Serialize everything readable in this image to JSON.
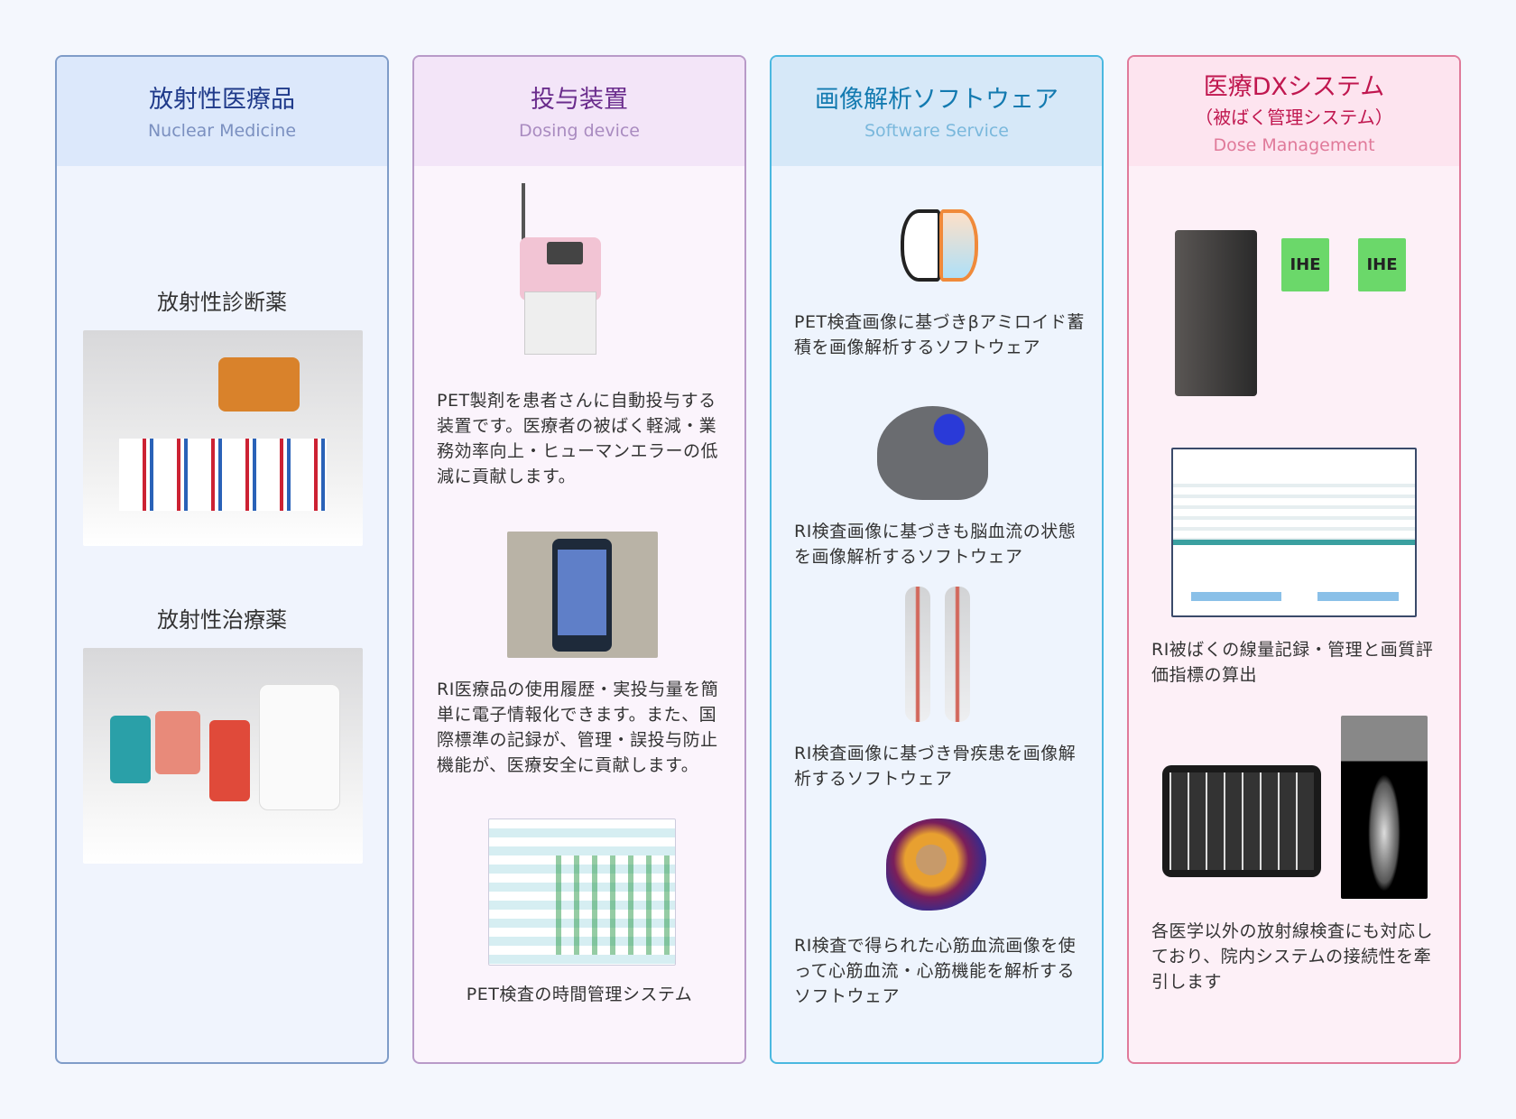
{
  "columns": [
    {
      "title": "放射性医療品",
      "subtitle": "Nuclear Medicine",
      "sections": [
        {
          "label": "放射性診断薬"
        },
        {
          "label": "放射性治療薬"
        }
      ]
    },
    {
      "title": "投与装置",
      "subtitle": "Dosing device",
      "items": [
        {
          "text": "PET製剤を患者さんに自動投与する装置です。医療者の被ばく軽減・業務効率向上・ヒューマンエラーの低減に貢献します。"
        },
        {
          "text": "RI医療品の使用履歴・実投与量を簡単に電子情報化できます。また、国際標準の記録が、管理・誤投与防止機能が、医療安全に貢献します。"
        },
        {
          "text": "PET検査の時間管理システム"
        }
      ]
    },
    {
      "title": "画像解析ソフトウェア",
      "subtitle": "Software Service",
      "items": [
        {
          "text": "PET検査画像に基づきβアミロイド蓄積を画像解析するソフトウェア"
        },
        {
          "text": "RI検査画像に基づきも脳血流の状態を画像解析するソフトウェア"
        },
        {
          "text": "RI検査画像に基づき骨疾患を画像解析するソフトウェア"
        },
        {
          "text": "RI検査で得られた心筋血流画像を使って心筋血流・心筋機能を解析するソフトウェア"
        }
      ]
    },
    {
      "title": "医療DXシステム",
      "title2": "（被ばく管理システム）",
      "subtitle": "Dose Management",
      "badge": "IHE",
      "items": [
        {
          "text": "RI被ばくの線量記録・管理と画質評価指標の算出"
        },
        {
          "text": "各医学以外の放射線検査にも対応しており、院内システムの接続性を牽引します"
        }
      ]
    }
  ],
  "colors": {
    "c1": "#1f3a8a",
    "c2": "#6a2c8c",
    "c3": "#137ab0",
    "c4": "#c0174f"
  }
}
